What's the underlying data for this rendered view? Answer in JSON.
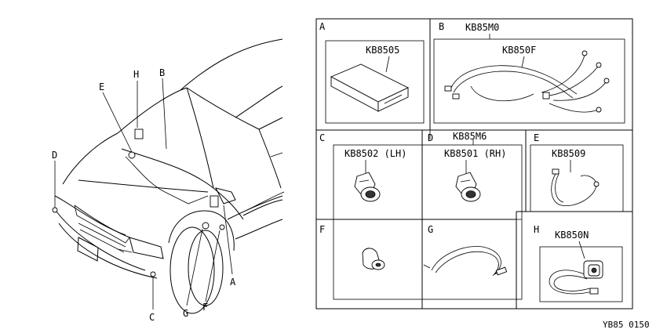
{
  "car_labels": {
    "a": "A",
    "b": "B",
    "c": "C",
    "d": "D",
    "e": "E",
    "f": "F",
    "g": "G",
    "h": "H"
  },
  "panels": {
    "a": {
      "letter": "A",
      "part": "KB8505"
    },
    "b": {
      "letter": "B",
      "assembly": "KB85M0",
      "part": "KB850F"
    },
    "c": {
      "letter": "C",
      "part": "KB8502 (LH)"
    },
    "d": {
      "letter": "D",
      "assembly": "KB85M6",
      "part": "KB8501 (RH)"
    },
    "e": {
      "letter": "E",
      "part": "KB8509"
    },
    "f": {
      "letter": "F"
    },
    "g": {
      "letter": "G"
    },
    "h": {
      "letter": "H",
      "part": "KB850N"
    }
  },
  "figure_code": "YB85 0150"
}
